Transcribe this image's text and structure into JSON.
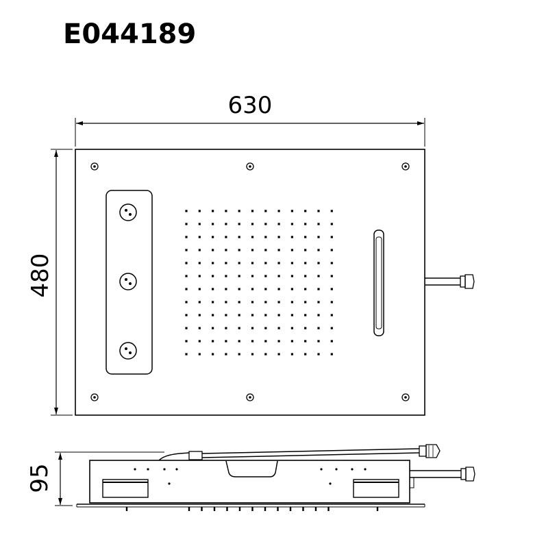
{
  "model_code": "E044189",
  "dimensions": {
    "width": "630",
    "height": "480",
    "depth": "95"
  },
  "colors": {
    "line": "#000000",
    "background": "#ffffff",
    "panel_stroke": "#555555"
  }
}
